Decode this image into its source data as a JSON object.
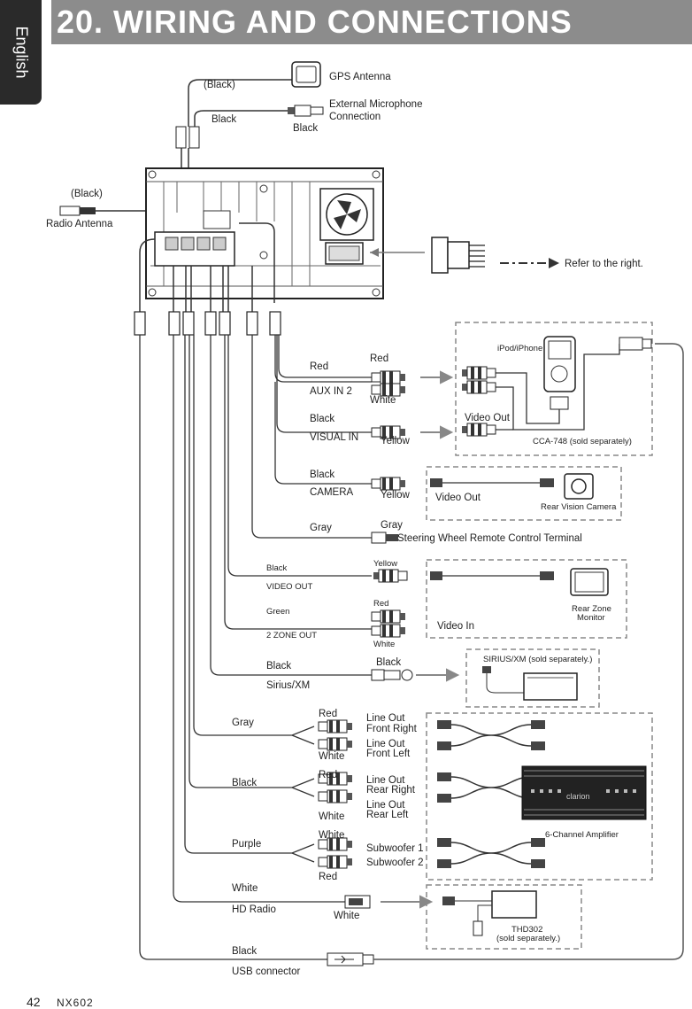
{
  "side_tab": "English",
  "title": "20. WIRING AND CONNECTIONS",
  "labels": {
    "gps_color": "(Black)",
    "gps_antenna": "GPS Antenna",
    "ext_mic": "External Microphone",
    "ext_mic2": "Connection",
    "mic_black1": "Black",
    "mic_black2": "Black",
    "radio_color": "(Black)",
    "radio_antenna": "Radio Antenna",
    "refer_right": "Refer to the right.",
    "aux_red1": "Red",
    "aux_red2": "Red",
    "aux_in2": "AUX IN 2",
    "aux_white": "White",
    "ipod": "iPod/iPhone",
    "visual_black": "Black",
    "visual_in": "VISUAL IN",
    "visual_yellow": "Yellow",
    "video_out1": "Video Out",
    "cca": "CCA-748 (sold separately)",
    "cam_black": "Black",
    "camera": "CAMERA",
    "cam_yellow": "Yellow",
    "video_out2": "Video Out",
    "rear_cam": "Rear Vision Camera",
    "sw_gray1": "Gray",
    "sw_gray2": "Gray",
    "sw_terminal": "Steering Wheel Remote Control Terminal",
    "vo_black": "Black",
    "vo_yellow": "Yellow",
    "video_out_lbl": "VIDEO OUT",
    "zone_green": "Green",
    "zone_red": "Red",
    "zone_out": "2 ZONE OUT",
    "zone_white": "White",
    "rear_zone1": "Rear Zone",
    "rear_zone2": "Monitor",
    "video_in": "Video In",
    "sxm_black1": "Black",
    "sxm_black2": "Black",
    "sxm": "Sirius/XM",
    "sxm_sold": "SIRIUS/XM (sold separately.)",
    "lo_gray": "Gray",
    "lo_red1": "Red",
    "lo_fr1": "Line Out",
    "lo_fr2": "Front Right",
    "lo_fl1": "Line Out",
    "lo_fl2": "Front Left",
    "lo_white1": "White",
    "lr_black": "Black",
    "lr_red": "Red",
    "lo_rr1": "Line Out",
    "lo_rr2": "Rear Right",
    "lo_rl1": "Line Out",
    "lo_rl2": "Rear Left",
    "lr_white": "White",
    "amp": "6-Channel Amplifier",
    "amp_brand": "clarion",
    "sub_purple": "Purple",
    "sub_white": "White",
    "sub1": "Subwoofer 1",
    "sub2": "Subwoofer 2",
    "sub_red": "Red",
    "hd_white1": "White",
    "hd_radio": "HD Radio",
    "hd_white2": "White",
    "thd1": "THD302",
    "thd2": "(sold separately.)",
    "usb_black": "Black",
    "usb_conn": "USB connector"
  },
  "footer": {
    "page": "42",
    "model": "NX602"
  }
}
